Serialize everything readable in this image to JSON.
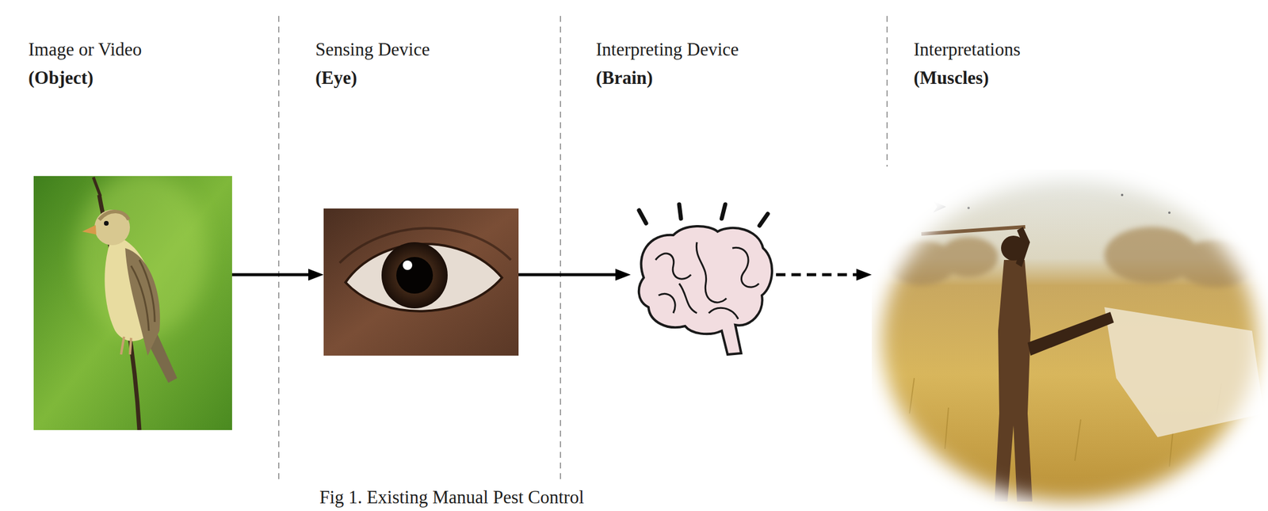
{
  "diagram": {
    "caption": "Fig 1. Existing Manual Pest Control",
    "nodes": [
      {
        "text": [
          "Image or Video",
          "(Object)"
        ]
      },
      {
        "text": [
          "Sensing Device",
          "(Eye)"
        ]
      },
      {
        "text": [
          "Interpreting Device",
          "(Brain)"
        ]
      },
      {
        "text": [
          "Interpretations",
          "(Muscles)"
        ]
      }
    ],
    "edges": [
      {
        "from": 0,
        "to": 1,
        "arrow": "to"
      },
      {
        "from": 1,
        "to": 2,
        "arrow": "to"
      },
      {
        "from": 2,
        "to": 3,
        "arrow": "to"
      }
    ]
  }
}
